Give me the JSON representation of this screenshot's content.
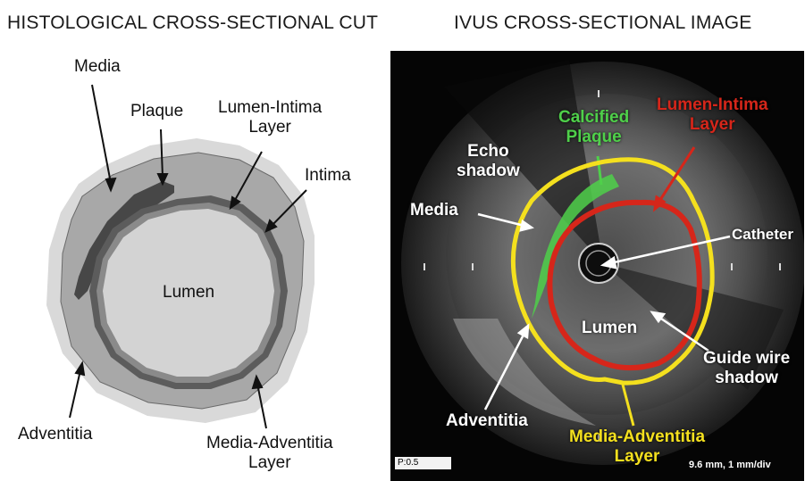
{
  "left": {
    "title": "HISTOLOGICAL CROSS-SECTIONAL CUT",
    "labels": {
      "media": "Media",
      "plaque": "Plaque",
      "lumen_intima_line1": "Lumen-Intima",
      "lumen_intima_line2": "Layer",
      "intima": "Intima",
      "lumen": "Lumen",
      "adventitia": "Adventitia",
      "media_adventitia_line1": "Media-Adventitia",
      "media_adventitia_line2": "Layer"
    }
  },
  "right": {
    "title": "IVUS CROSS-SECTIONAL IMAGE",
    "labels": {
      "calcified_line1": "Calcified",
      "calcified_line2": "Plaque",
      "lumen_intima_line1": "Lumen-Intima",
      "lumen_intima_line2": "Layer",
      "echo_line1": "Echo",
      "echo_line2": "shadow",
      "media": "Media",
      "catheter": "Catheter",
      "lumen": "Lumen",
      "guide_line1": "Guide wire",
      "guide_line2": "shadow",
      "adventitia": "Adventitia",
      "media_adventitia_line1": "Media-Adventitia",
      "media_adventitia_line2": "Layer"
    },
    "scale_box": "P:0.5",
    "scale_text": "9.6 mm, 1 mm/div"
  },
  "colors": {
    "adventitia": "#d9d9d9",
    "media": "#a8a8a8",
    "plaque": "#474747",
    "lumen": "#d3d3d3",
    "lumen_intima_border": "#d6261a",
    "media_adventitia_border": "#f4e01e",
    "calcified_plaque": "#4fd04a",
    "ivus_background": "#050505"
  }
}
